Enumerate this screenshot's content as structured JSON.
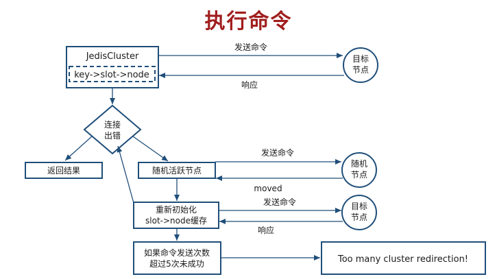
{
  "title": "执行命令",
  "nodes": {
    "jedis_cluster": "JedisCluster",
    "key_slot_node": "key->slot->node",
    "target_node_1": [
      "目标",
      "节点"
    ],
    "connect_error": [
      "连接",
      "出错"
    ],
    "return_result": "返回结果",
    "random_active_node": "随机活跃节点",
    "random_node": [
      "随机",
      "节点"
    ],
    "reinit": [
      "重新初始化",
      "slot->node缓存"
    ],
    "target_node_2": [
      "目标",
      "节点"
    ],
    "retry_check": [
      "如果命令发送次数",
      "超过5次未成功"
    ],
    "too_many": "Too many cluster redirection!"
  },
  "edges": {
    "send_cmd_1": "发送命令",
    "response_1": "响应",
    "send_cmd_2": "发送命令",
    "moved": "moved",
    "send_cmd_3": "发送命令",
    "response_2": "响应"
  },
  "colors": {
    "title": "#a01e1e",
    "box_border": "#1f4e79",
    "arrow": "#1f4e79"
  }
}
